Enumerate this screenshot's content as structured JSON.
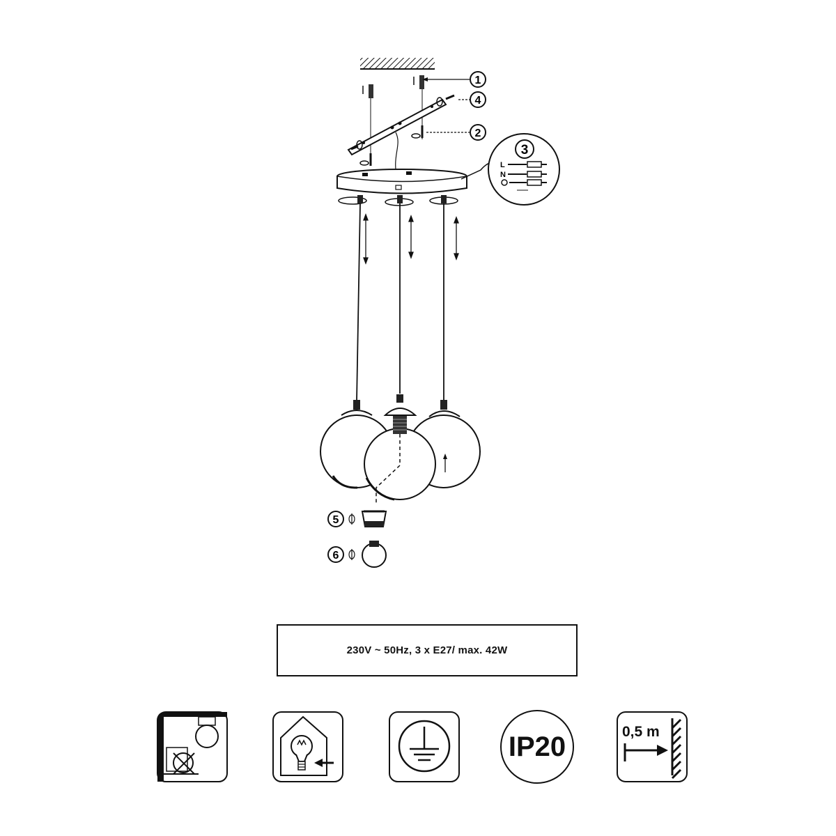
{
  "callouts": {
    "c1": "1",
    "c2": "2",
    "c3": "3",
    "c4": "4",
    "c5": "5",
    "c6": "6"
  },
  "wiring": {
    "live": "L",
    "neutral": "N"
  },
  "spec": {
    "text": "230V ~ 50Hz, 3 x E27/ max. 42W"
  },
  "icons": {
    "ip_rating": "IP20",
    "distance": "0,5 m"
  }
}
